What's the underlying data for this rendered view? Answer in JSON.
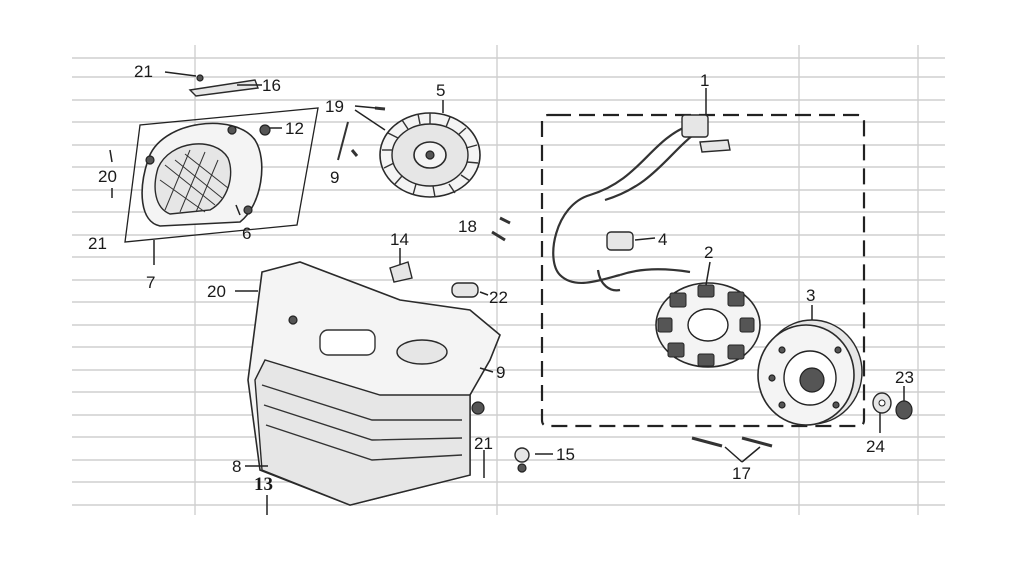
{
  "callouts": {
    "c1": "1",
    "c2": "2",
    "c3": "3",
    "c4": "4",
    "c5": "5",
    "c6": "6",
    "c7": "7",
    "c8": "8",
    "c9a": "9",
    "c9b": "9",
    "c12": "12",
    "c13": "13",
    "c14": "14",
    "c15": "15",
    "c16": "16",
    "c17": "17",
    "c18": "18",
    "c19": "19",
    "c20a": "20",
    "c20b": "20",
    "c21a": "21",
    "c21b": "21",
    "c21c": "21",
    "c22": "22",
    "c23": "23",
    "c24": "24"
  }
}
